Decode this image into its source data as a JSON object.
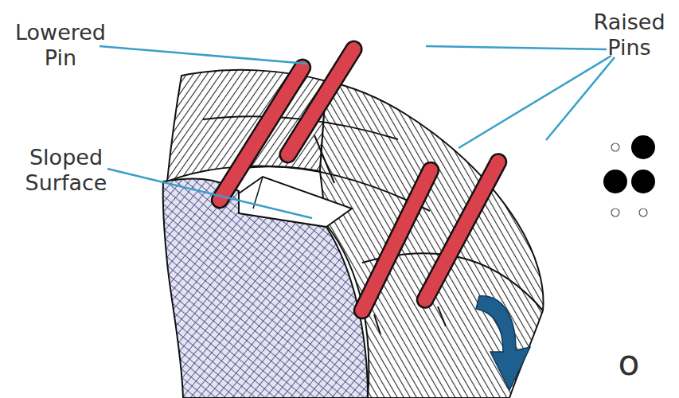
{
  "diagram": {
    "labels": [
      "Lowered Pin",
      "Raised Pins",
      "Sloped Surface",
      "o"
    ]
  }
}
